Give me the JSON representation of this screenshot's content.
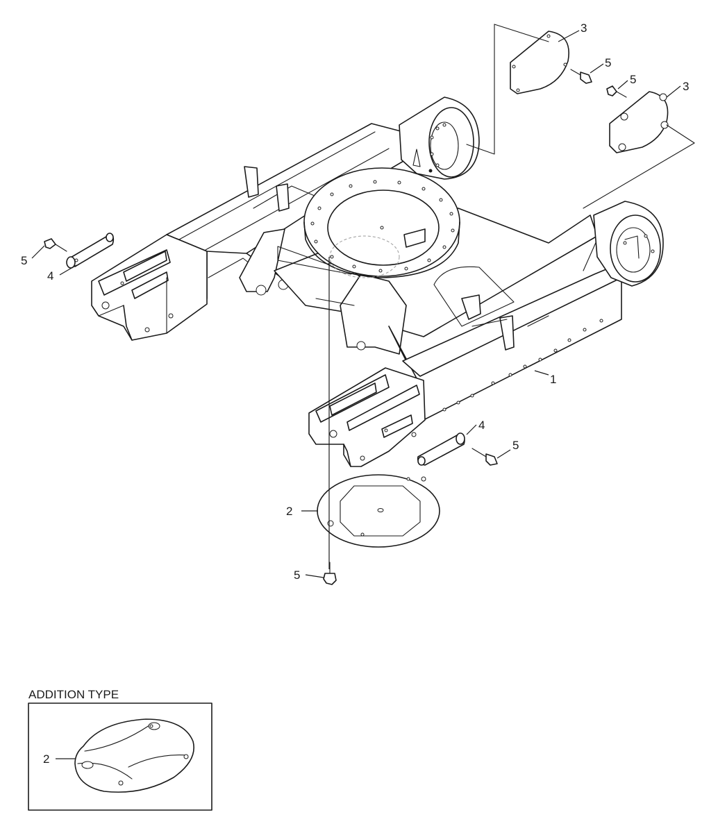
{
  "callouts": {
    "c1": "1",
    "c2_main": "2",
    "c3_top": "3",
    "c3_right": "3",
    "c4_left": "4",
    "c4_right": "4",
    "c5_top_cover": "5",
    "c5_top_right": "5",
    "c5_left": "5",
    "c5_right": "5",
    "c5_bottom": "5",
    "c2_inset": "2"
  },
  "inset": {
    "title": "ADDITION TYPE"
  }
}
